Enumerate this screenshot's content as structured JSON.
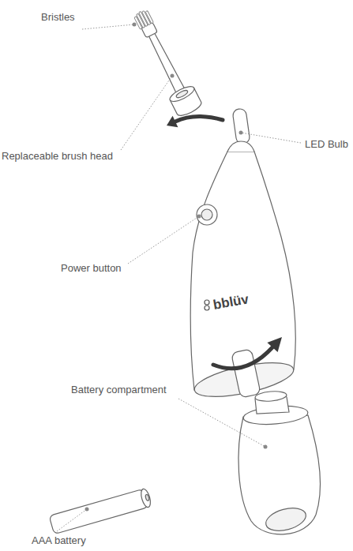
{
  "diagram": {
    "labels": [
      "Bristles",
      "Replaceable brush head",
      "LED Bulb",
      "Power button",
      "bblüv",
      "Battery compartment",
      "AAA battery"
    ]
  }
}
